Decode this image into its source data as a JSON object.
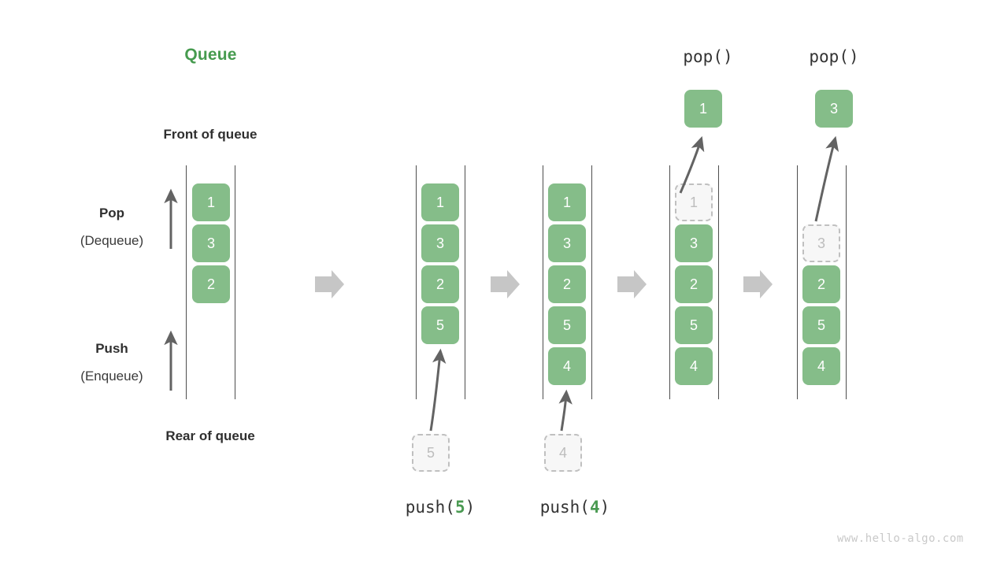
{
  "title": "Queue",
  "accent_green": "#469b4f",
  "box_green": "#85bd89",
  "ghost_gray": "#bdbdbd",
  "arrow_gray": "#636363",
  "block_arrow_gray": "#c6c6c6",
  "labels": {
    "front_of_queue": "Front of queue",
    "rear_of_queue": "Rear of queue",
    "pop": "Pop",
    "pop_alt": "(Dequeue)",
    "push": "Push",
    "push_alt": "(Enqueue)"
  },
  "captions": {
    "push5_prefix": "push(",
    "push5_value": "5",
    "push5_suffix": ")",
    "push4_prefix": "push(",
    "push4_value": "4",
    "push4_suffix": ")",
    "pop_call_1": "pop()",
    "pop_call_2": "pop()"
  },
  "stages": [
    {
      "name": "initial",
      "items": [
        {
          "value": "1",
          "ghost": false
        },
        {
          "value": "3",
          "ghost": false
        },
        {
          "value": "2",
          "ghost": false
        }
      ]
    },
    {
      "name": "after-push-5",
      "items": [
        {
          "value": "1",
          "ghost": false
        },
        {
          "value": "3",
          "ghost": false
        },
        {
          "value": "2",
          "ghost": false
        },
        {
          "value": "5",
          "ghost": false
        }
      ],
      "incoming": {
        "value": "5",
        "ghost": true
      }
    },
    {
      "name": "after-push-4",
      "items": [
        {
          "value": "1",
          "ghost": false
        },
        {
          "value": "3",
          "ghost": false
        },
        {
          "value": "2",
          "ghost": false
        },
        {
          "value": "5",
          "ghost": false
        },
        {
          "value": "4",
          "ghost": false
        }
      ],
      "incoming": {
        "value": "4",
        "ghost": true
      }
    },
    {
      "name": "after-pop-1",
      "items": [
        {
          "value": "1",
          "ghost": true
        },
        {
          "value": "3",
          "ghost": false
        },
        {
          "value": "2",
          "ghost": false
        },
        {
          "value": "5",
          "ghost": false
        },
        {
          "value": "4",
          "ghost": false
        }
      ],
      "outgoing": {
        "value": "1",
        "ghost": false
      }
    },
    {
      "name": "after-pop-3",
      "items": [
        {
          "value": "3",
          "ghost": true
        },
        {
          "value": "2",
          "ghost": false
        },
        {
          "value": "5",
          "ghost": false
        },
        {
          "value": "4",
          "ghost": false
        }
      ],
      "outgoing": {
        "value": "3",
        "ghost": false
      }
    }
  ],
  "watermark": "www.hello-algo.com"
}
